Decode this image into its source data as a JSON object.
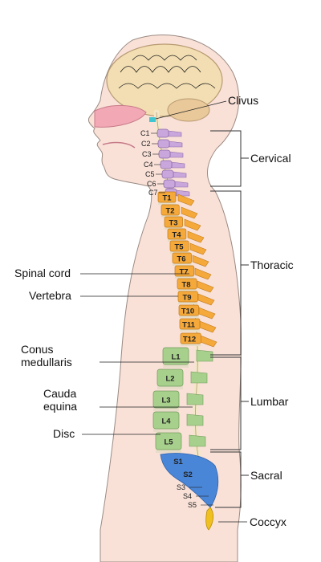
{
  "labels": {
    "clivus": "Clivus",
    "cervical": "Cervical",
    "thoracic": "Thoracic",
    "lumbar": "Lumbar",
    "sacral": "Sacral",
    "coccyx": "Coccyx",
    "spinal_cord": "Spinal cord",
    "vertebra": "Vertebra",
    "conus_line1": "Conus",
    "conus_line2": "medullaris",
    "cauda_line1": "Cauda",
    "cauda_line2": "equina",
    "disc": "Disc"
  },
  "vertebrae": {
    "cervical": [
      "C1",
      "C2",
      "C3",
      "C4",
      "C5",
      "C6",
      "C7"
    ],
    "thoracic": [
      "T1",
      "T2",
      "T3",
      "T4",
      "T5",
      "T6",
      "T7",
      "T8",
      "T9",
      "T10",
      "T11",
      "T12"
    ],
    "lumbar": [
      "L1",
      "L2",
      "L3",
      "L4",
      "L5"
    ],
    "sacral": [
      "S1",
      "S2",
      "S3",
      "S4",
      "S5"
    ]
  },
  "colors": {
    "skin": "#f9e1d8",
    "skin_outline": "#9a8a82",
    "brain": "#f2deb2",
    "cervical": "#c9a6dc",
    "thoracic": "#f5a93a",
    "lumbar": "#a8d08d",
    "sacral": "#4a86d8",
    "coccyx": "#f0c020",
    "disc": "#e6dcc8",
    "cord": "#f3e7c8"
  }
}
